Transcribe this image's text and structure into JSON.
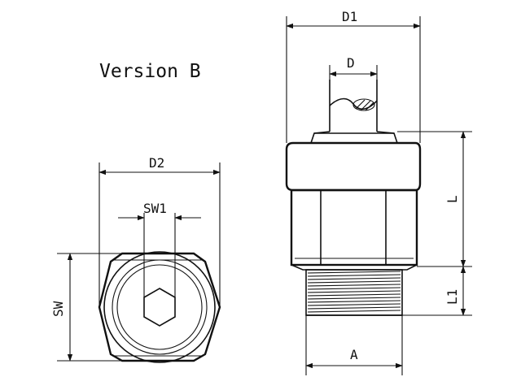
{
  "title": "Version B",
  "dimensions": {
    "d1": "D1",
    "d": "D",
    "d2": "D2",
    "sw1": "SW1",
    "sw": "SW",
    "l": "L",
    "l1": "L1",
    "a": "A"
  },
  "colors": {
    "line": "#111111",
    "background": "#ffffff"
  }
}
